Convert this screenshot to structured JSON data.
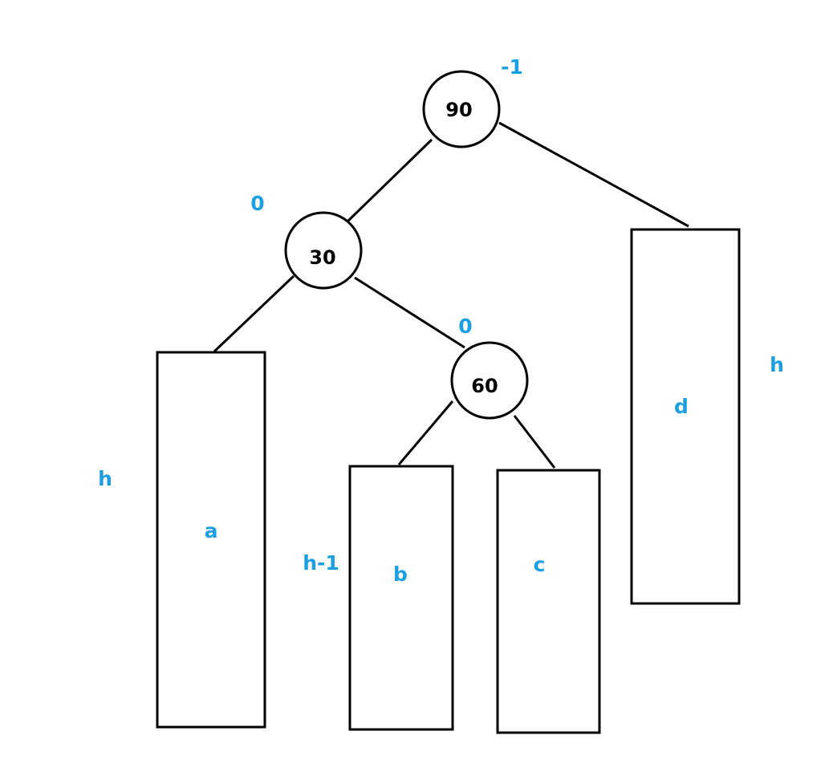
{
  "colors": {
    "annotation": "#1a9fe0",
    "stroke": "#000000",
    "background": "#ffffff"
  },
  "nodes": [
    {
      "key": "n90",
      "value": "90",
      "balance_factor": "-1"
    },
    {
      "key": "n30",
      "value": "30",
      "balance_factor": "0"
    },
    {
      "key": "n60",
      "value": "60",
      "balance_factor": "0"
    }
  ],
  "subtrees": [
    {
      "key": "a",
      "label": "a",
      "height": "h"
    },
    {
      "key": "b",
      "label": "b",
      "height": "h-1"
    },
    {
      "key": "c",
      "label": "c",
      "height": ""
    },
    {
      "key": "d",
      "label": "d",
      "height": "h"
    }
  ]
}
